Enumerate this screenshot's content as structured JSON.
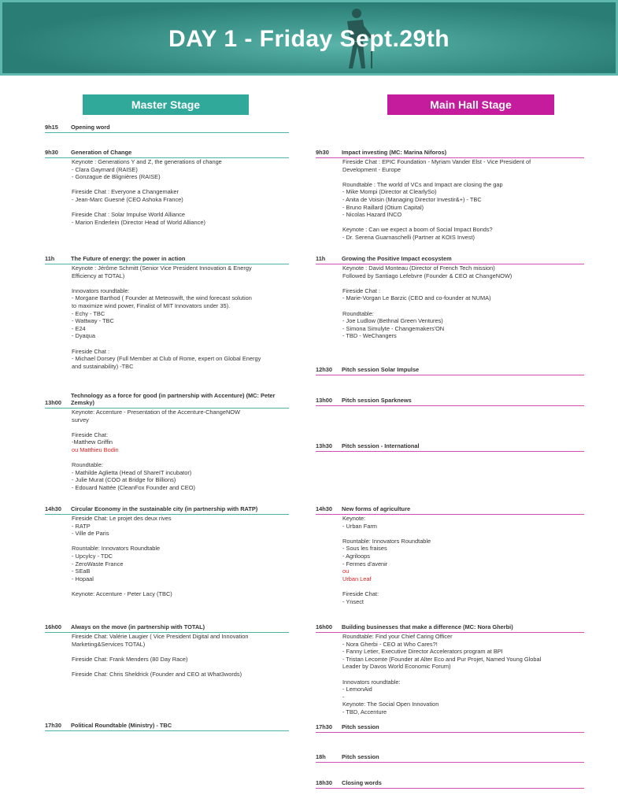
{
  "banner": {
    "title": "DAY 1 - Friday Sept.29th"
  },
  "stages": {
    "master": "Master Stage",
    "main": "Main Hall Stage"
  },
  "left": [
    {
      "time": "9h15",
      "title": "Opening word",
      "lines": []
    },
    {
      "time": "9h30",
      "title": "Generation of Change",
      "lines": [
        {
          "t": "Keynote : Generations Y and Z, the generations of change"
        },
        {
          "t": "- Clara Gaymard (RAISE)"
        },
        {
          "t": "- Gonzague de Blignières (RAISE)"
        },
        {
          "t": " "
        },
        {
          "t": "Fireside Chat : Everyone a Changemaker"
        },
        {
          "t": "- Jean-Marc Guesné (CEO Ashoka France)"
        },
        {
          "t": " "
        },
        {
          "t": "Fireside Chat : Solar Impulse World Alliance"
        },
        {
          "t": "- Marion Enderlein (Director Head of World Alliance)"
        }
      ]
    },
    {
      "time": "11h",
      "title": "The Future of energy: the power in action",
      "lines": [
        {
          "t": "Keynote : Jérôme Schmitt (Senior Vice President Innovation & Energy"
        },
        {
          "t": "Efficiency at TOTAL)"
        },
        {
          "t": " "
        },
        {
          "t": "Innovators roundtable:"
        },
        {
          "t": "- Morgane Barthod ( Founder at Meteoswift, the wind forecast solution"
        },
        {
          "t": "to maximize wind power, Finalist of MIT Innovators under 35)."
        },
        {
          "t": "- Echy - TBC"
        },
        {
          "t": "- Wattway - TBC"
        },
        {
          "t": "- E24"
        },
        {
          "t": "- Dyaqua"
        },
        {
          "t": " "
        },
        {
          "t": "Fireside Chat :"
        },
        {
          "t": "- Michael Dorsey (Full Member at Club of Rome, expert on Global Energy"
        },
        {
          "t": "and sustainability) -TBC"
        }
      ]
    },
    {
      "time": "13h00",
      "title": "Technology as a force for good (in partnership with Accenture) (MC: Peter Zemsky)",
      "lines": [
        {
          "t": "Keynote: Accenture - Presentation of the Accenture-ChangeNOW"
        },
        {
          "t": "survey"
        },
        {
          "t": " "
        },
        {
          "t": "Fireside Chat:"
        },
        {
          "t": "-Matthew Griffin"
        },
        {
          "t": "ou Matthieu Bodin",
          "red": true
        },
        {
          "t": " "
        },
        {
          "t": "Roundtable:"
        },
        {
          "t": "- Mathilde Aglietta (Head of ShareIT incubator)"
        },
        {
          "t": "- Julie Murat (COO at Bridge for Billions)"
        },
        {
          "t": "- Edouard Nattée (CleanFox Founder and CEO)"
        }
      ]
    },
    {
      "time": "14h30",
      "title": "Circular Economy in the sustainable city (in partnership with RATP)",
      "lines": [
        {
          "t": "Fireside Chat: Le projet des deux rives"
        },
        {
          "t": "- RATP"
        },
        {
          "t": "- Ville de Paris"
        },
        {
          "t": " "
        },
        {
          "t": "Rountable: Innovators Roundtable"
        },
        {
          "t": "- Upcylcy - TDC"
        },
        {
          "t": "- ZeroWaste France"
        },
        {
          "t": "- SEaB"
        },
        {
          "t": "- Hopaal"
        },
        {
          "t": " "
        },
        {
          "t": "Keynote: Accenture - Peter Lacy (TBC)"
        }
      ]
    },
    {
      "time": "16h00",
      "title": "Always on the move (in partnership with TOTAL)",
      "lines": [
        {
          "t": "Fireside Chat: Valérie Laugier ( Vice President Digital and Innovation"
        },
        {
          "t": "Marketing&Services TOTAL)"
        },
        {
          "t": " "
        },
        {
          "t": "Fireside Chat: Frank Menders (80 Day Race)"
        },
        {
          "t": " "
        },
        {
          "t": "Fireside Chat: Chris Sheldrick (Founder and CEO at What3words)"
        }
      ]
    },
    {
      "time": "17h30",
      "title": "Political Roundtable (Ministry) - TBC",
      "lines": []
    }
  ],
  "right": [
    {
      "time": "9h30",
      "title": "Impact investing (MC: Marina Niforos)",
      "lines": [
        {
          "t": "Fireside Chat : EPIC Foundation - Myriam Vander Elst -  Vice President of"
        },
        {
          "t": "Development - Europe"
        },
        {
          "t": " "
        },
        {
          "t": "Roundtable : The world of VCs and Impact are closing the gap"
        },
        {
          "t": "- Mike Mompi (Director at ClearlySo)"
        },
        {
          "t": "- Anita de Voisin (Managing Director Investir&+) - TBC"
        },
        {
          "t": "- Bruno Raillard (Otium Capital)"
        },
        {
          "t": "- Nicolas Hazard INCO"
        },
        {
          "t": " "
        },
        {
          "t": "Keynote : Can we expect a boom of Social Impact Bonds?"
        },
        {
          "t": "- Dr. Serena Guarnaschelli (Partner at KOIS Invest)"
        }
      ]
    },
    {
      "time": "11h",
      "title": "Growing the Positive Impact ecosystem",
      "lines": [
        {
          "t": "Keynote :  David Monteau (Director of French Tech mission)"
        },
        {
          "t": "Followed by Santiago Lefebvre (Founder & CEO at ChangeNOW)"
        },
        {
          "t": " "
        },
        {
          "t": "Fireside Chat :"
        },
        {
          "t": "- Marie-Vorgan Le Barzic (CEO and co-founder at NUMA)"
        },
        {
          "t": " "
        },
        {
          "t": "Roundtable:"
        },
        {
          "t": "-  Joe Ludlow (Bethnal Green Ventures)"
        },
        {
          "t": "- Simona Simulyte - Changemakers'ON"
        },
        {
          "t": "- TBD - WeChangers"
        }
      ]
    },
    {
      "time": "12h30",
      "title": "Pitch session Solar Impulse",
      "lines": []
    },
    {
      "time": "13h00",
      "title": "Pitch session Sparknews",
      "lines": []
    },
    {
      "time": "13h30",
      "title": "Pitch session - International",
      "lines": []
    },
    {
      "time": "14h30",
      "title": "New forms of agriculture",
      "lines": [
        {
          "t": "Keynote:"
        },
        {
          "t": "- Urban Farm"
        },
        {
          "t": " "
        },
        {
          "t": "Rountable: Innovators Roundtable"
        },
        {
          "t": "- Sous les fraises"
        },
        {
          "t": "- Agriloops"
        },
        {
          "t": "- Fermes d'avenir"
        },
        {
          "t": "ou",
          "red": true
        },
        {
          "t": "Urban Leaf",
          "red": true
        },
        {
          "t": " "
        },
        {
          "t": "Fireside Chat:"
        },
        {
          "t": "- Ynsect"
        }
      ]
    },
    {
      "time": "16h00",
      "title": "Building businesses that make a difference (MC: Nora Gherbi)",
      "lines": [
        {
          "t": "Roundtable: Find your Chief Caring Officer"
        },
        {
          "t": "- Nora Gherbi - CEO at Who Cares?!"
        },
        {
          "t": "- Fanny Letier, Executive Director  Accelerators program at  BPI"
        },
        {
          "t": "- Tristan Lecomte (Founder at Alter Eco and Pur Projet, Named Young Global"
        },
        {
          "t": "Leader by Davos World Economic Forum)"
        },
        {
          "t": " "
        },
        {
          "t": "Innovators roundtable:"
        },
        {
          "t": "- LemonAid"
        },
        {
          "t": "-"
        },
        {
          "t": "Keynote: The Social Open Innovation"
        },
        {
          "t": "- TBD, Accenture"
        }
      ]
    },
    {
      "time": "17h30",
      "title": "Pitch session",
      "lines": []
    },
    {
      "time": "18h",
      "title": "Pitch session",
      "lines": []
    },
    {
      "time": "18h30",
      "title": "Closing words",
      "lines": []
    }
  ]
}
